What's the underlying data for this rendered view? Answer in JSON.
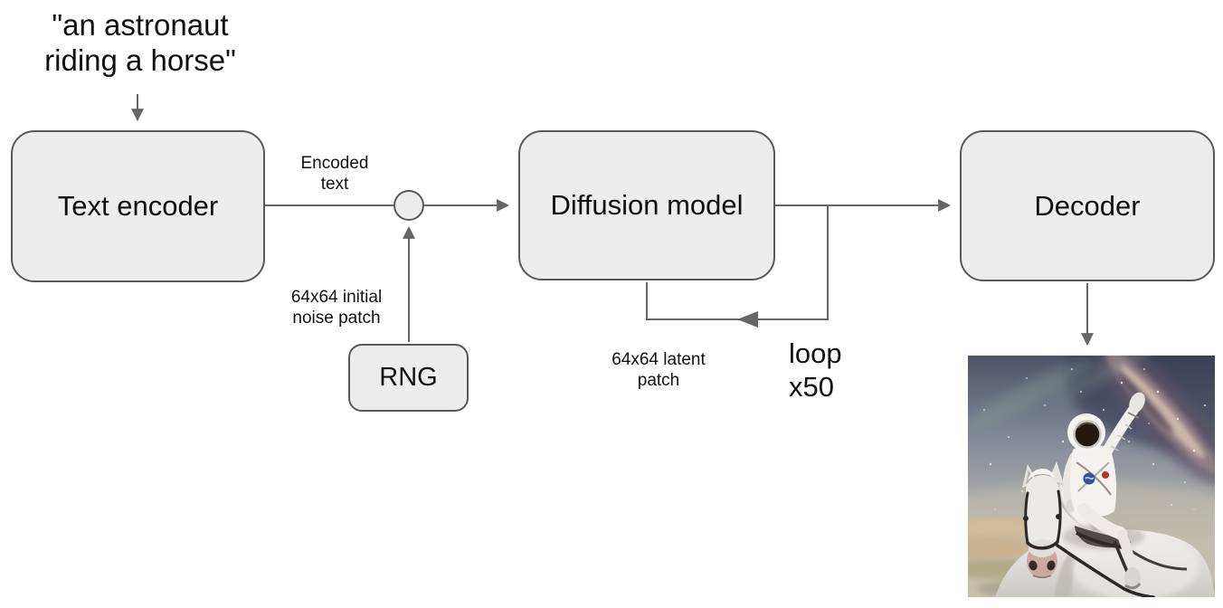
{
  "diagram": {
    "prompt": "\"an astronaut\nriding a horse\"",
    "nodes": {
      "text_encoder": "Text encoder",
      "rng": "RNG",
      "diffusion_model": "Diffusion model",
      "decoder": "Decoder"
    },
    "labels": {
      "encoded_text": "Encoded\ntext",
      "initial_noise": "64x64 initial\nnoise patch",
      "latent_patch": "64x64 latent\npatch",
      "loop": "loop\nx50"
    },
    "colors": {
      "node_fill": "#ededed",
      "node_border": "#595959",
      "connector": "#666666",
      "text": "#111111",
      "background": "#ffffff"
    }
  }
}
